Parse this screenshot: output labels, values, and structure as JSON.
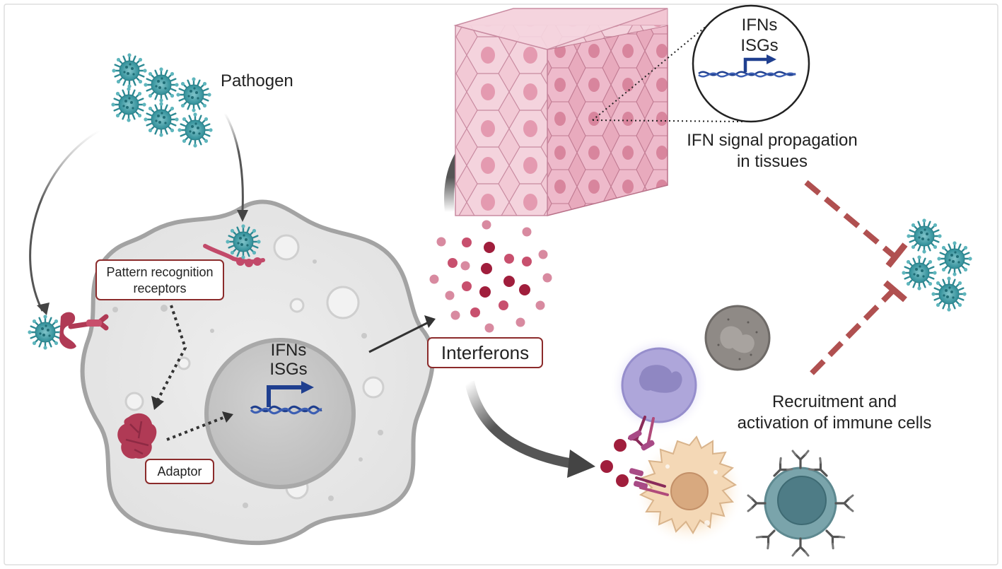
{
  "labels": {
    "pathogen": "Pathogen",
    "prr_line1": "Pattern recognition",
    "prr_line2": "receptors",
    "adaptor": "Adaptor",
    "nucleus_line1": "IFNs",
    "nucleus_line2": "ISGs",
    "inset_line1": "IFNs",
    "inset_line2": "ISGs",
    "interferons": "Interferons",
    "tissue_line1": "IFN signal propagation",
    "tissue_line2": "in tissues",
    "immune_line1": "Recruitment and",
    "immune_line2": "activation of immune cells"
  },
  "colors": {
    "virus": "#3a9aa4",
    "receptor": "#b03a55",
    "dna": "#1f3f8f",
    "label_border": "#8b2b2b",
    "inhibition": "#b05050",
    "tissue": "#e9b7c6"
  }
}
